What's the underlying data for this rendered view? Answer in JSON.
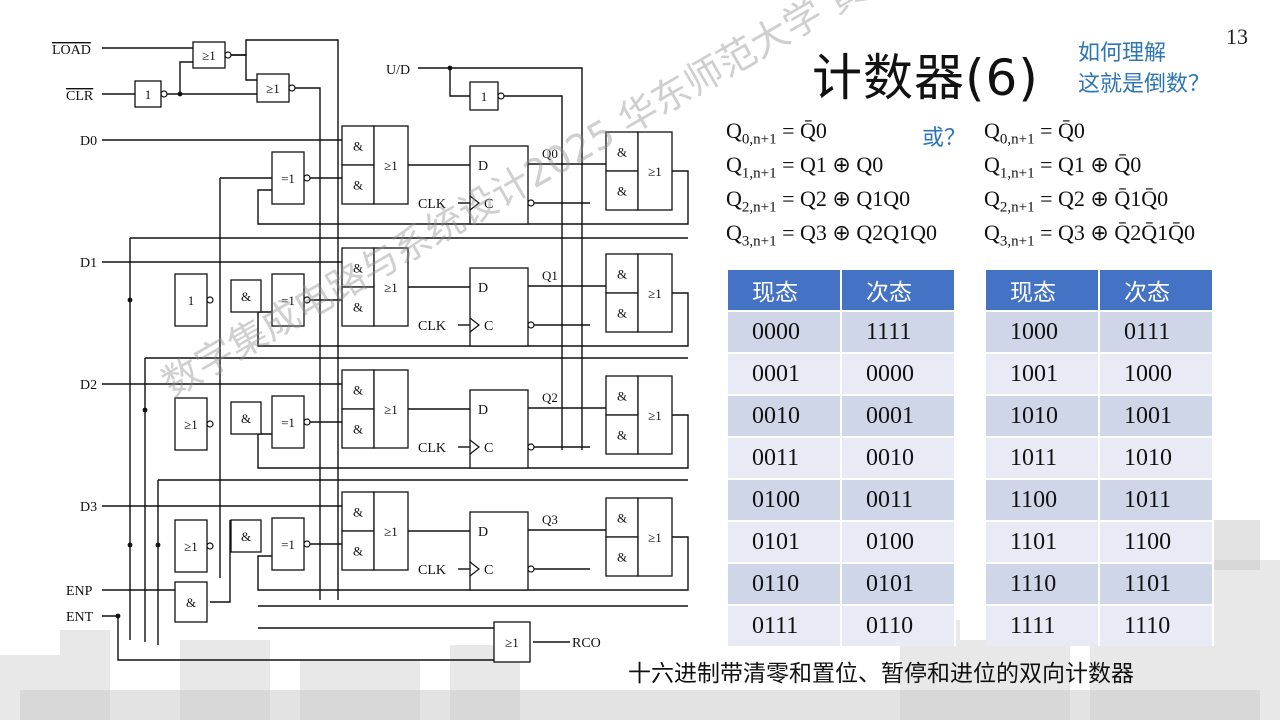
{
  "page_number": "13",
  "title": "计数器(6)",
  "question_lines": [
    "如何理解",
    "这就是倒数？"
  ],
  "or_label": "或？",
  "caption": "十六进制带清零和置位、暂停和进位的双向计数器",
  "watermark": "数字集成电路与系统设计2025 华东师范大学 黄琼富",
  "accent_color": "#2e75b6",
  "table_header_color": "#4472c4",
  "equations_left": [
    {
      "lhs": "Q",
      "lhs_sub": "0,n+1",
      "rhs": "= Q̄0"
    },
    {
      "lhs": "Q",
      "lhs_sub": "1,n+1",
      "rhs": "= Q1 ⊕ Q0"
    },
    {
      "lhs": "Q",
      "lhs_sub": "2,n+1",
      "rhs": "= Q2 ⊕ Q1Q0"
    },
    {
      "lhs": "Q",
      "lhs_sub": "3,n+1",
      "rhs": "= Q3 ⊕ Q2Q1Q0"
    }
  ],
  "equations_right": [
    {
      "lhs": "Q",
      "lhs_sub": "0,n+1",
      "rhs": "= Q̄0"
    },
    {
      "lhs": "Q",
      "lhs_sub": "1,n+1",
      "rhs": "= Q1 ⊕ Q̄0"
    },
    {
      "lhs": "Q",
      "lhs_sub": "2,n+1",
      "rhs": "= Q2 ⊕ Q̄1Q̄0"
    },
    {
      "lhs": "Q",
      "lhs_sub": "3,n+1",
      "rhs": "= Q3 ⊕ Q̄2Q̄1Q̄0"
    }
  ],
  "state_table_headers": [
    "现态",
    "次态"
  ],
  "state_table_left": [
    [
      "0000",
      "1111"
    ],
    [
      "0001",
      "0000"
    ],
    [
      "0010",
      "0001"
    ],
    [
      "0011",
      "0010"
    ],
    [
      "0100",
      "0011"
    ],
    [
      "0101",
      "0100"
    ],
    [
      "0110",
      "0101"
    ],
    [
      "0111",
      "0110"
    ]
  ],
  "state_table_right": [
    [
      "1000",
      "0111"
    ],
    [
      "1001",
      "1000"
    ],
    [
      "1010",
      "1001"
    ],
    [
      "1011",
      "1010"
    ],
    [
      "1100",
      "1011"
    ],
    [
      "1101",
      "1100"
    ],
    [
      "1110",
      "1101"
    ],
    [
      "1111",
      "1110"
    ]
  ],
  "circuit": {
    "inputs": [
      "LOAD",
      "CLR",
      "D0",
      "D1",
      "D2",
      "D3",
      "ENP",
      "ENT",
      "U/D"
    ],
    "output": "RCO",
    "gate_labels": {
      "or": "≥1",
      "and": "&",
      "xor": "=1",
      "not": "1"
    },
    "ff_labels": {
      "d": "D",
      "c": "C",
      "clk": "CLK"
    },
    "q_labels": [
      "Q0",
      "Q1",
      "Q2",
      "Q3"
    ]
  }
}
